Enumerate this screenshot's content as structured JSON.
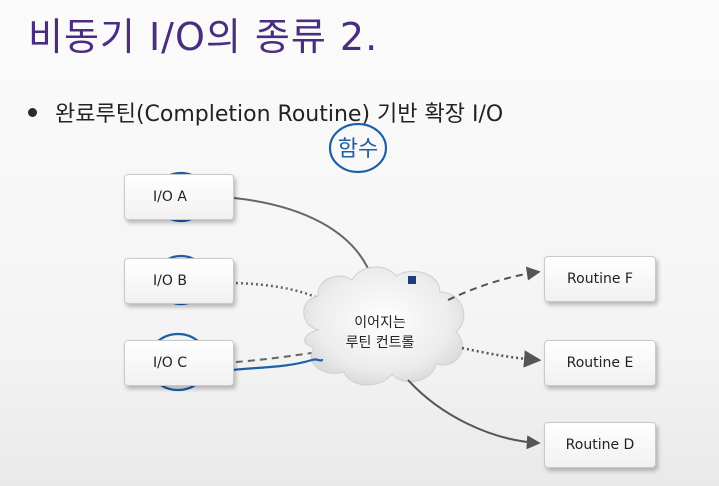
{
  "slide": {
    "title": "비동기 I/O의 종류 2.",
    "bullet": "완료루틴(Completion Routine) 기반 확장 I/O"
  },
  "diagram": {
    "io_boxes": [
      {
        "label": "I/O A"
      },
      {
        "label": "I/O B"
      },
      {
        "label": "I/O C"
      }
    ],
    "cloud_lines": [
      "이어지는",
      "루틴 컨트롤"
    ],
    "routine_boxes": [
      {
        "label": "Routine F"
      },
      {
        "label": "Routine E"
      },
      {
        "label": "Routine D"
      }
    ]
  },
  "annotations": {
    "handwritten_note": "함수",
    "ink_color": "#1e5fa8"
  }
}
